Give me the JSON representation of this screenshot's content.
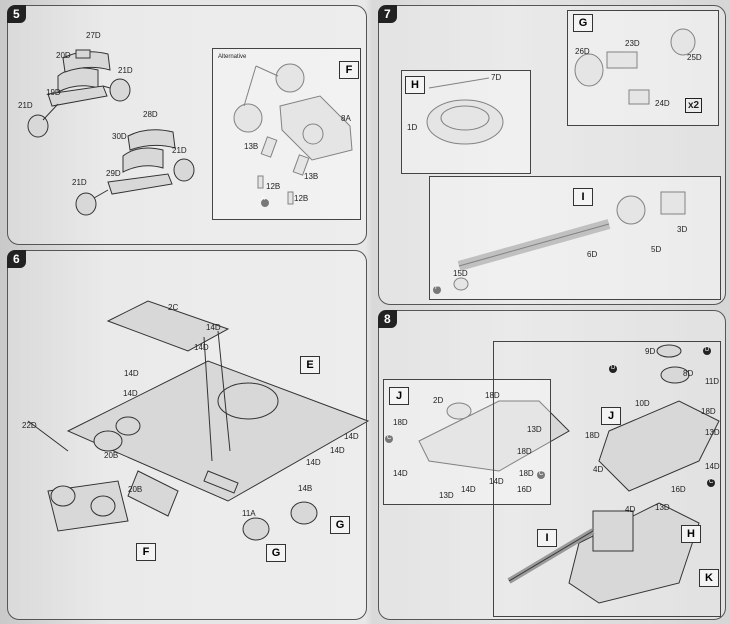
{
  "steps": {
    "s5": {
      "num": "5",
      "alt_label": "Alternative",
      "box": "F",
      "parts": [
        "27D",
        "20D",
        "21D",
        "19D",
        "21D",
        "28D",
        "30D",
        "21D",
        "21D",
        "29D",
        "13B",
        "12B",
        "13B",
        "12B",
        "8A"
      ],
      "ref": "A"
    },
    "s6": {
      "num": "6",
      "parts": [
        "2C",
        "14D",
        "14D",
        "14D",
        "14D",
        "22D",
        "20B",
        "20B",
        "14D",
        "14D",
        "14D",
        "14B",
        "11A"
      ],
      "boxes": [
        "E",
        "F",
        "G",
        "G"
      ]
    },
    "s7": {
      "num": "7",
      "box_h": "H",
      "box_g": "G",
      "box_i": "I",
      "x2": "x2",
      "parts": [
        "7D",
        "1D",
        "26D",
        "23D",
        "25D",
        "24D",
        "3D",
        "6D",
        "5D",
        "15D"
      ],
      "ref": "F"
    },
    "s8": {
      "num": "8",
      "boxes": [
        "J",
        "J",
        "I",
        "H",
        "K"
      ],
      "parts_left": [
        "2D",
        "18D",
        "18D",
        "13D",
        "14D",
        "18D",
        "14D",
        "18D",
        "16D",
        "13D",
        "14D"
      ],
      "parts_right": [
        "9D",
        "8D",
        "10D",
        "11D",
        "18D",
        "18D",
        "13D",
        "14D",
        "4D",
        "4D",
        "13D",
        "16D"
      ],
      "refs": [
        "C",
        "C",
        "C",
        "D",
        "D"
      ]
    }
  }
}
